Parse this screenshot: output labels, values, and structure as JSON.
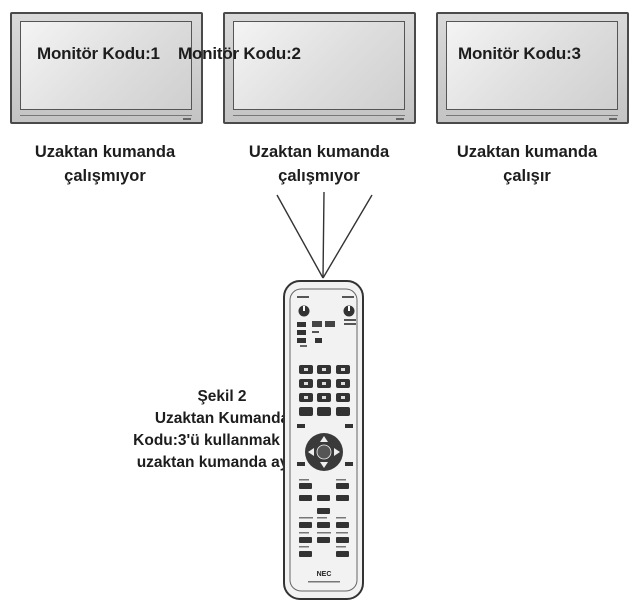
{
  "monitors": [
    {
      "code_label": "Monitör Kodu:1",
      "status_line1": "Uzaktan kumanda",
      "status_line2": "çalışmıyor"
    },
    {
      "code_label": "Monitör Kodu:2",
      "status_line1": "Uzaktan kumanda",
      "status_line2": "çalışmıyor"
    },
    {
      "code_label": "Monitör Kodu:3",
      "status_line1": "Uzaktan kumanda",
      "status_line2": "çalışır"
    }
  ],
  "caption": {
    "line1": "Şekil 2",
    "line2": "Uzaktan Kumanda",
    "line3": "Kodu:3'ü kullanmak için",
    "line4": "uzaktan kumanda ayarı"
  },
  "remote": {
    "brand": "NEC",
    "icons": [
      "power-icon",
      "standby-icon",
      "up-arrow-icon",
      "down-arrow-icon",
      "left-arrow-icon",
      "right-arrow-icon",
      "set-icon"
    ]
  }
}
